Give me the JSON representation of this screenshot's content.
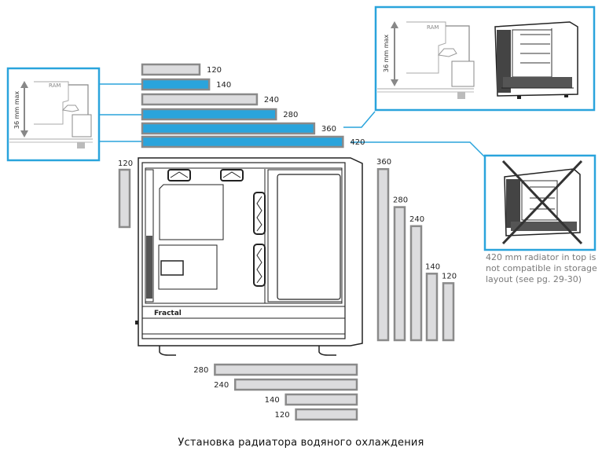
{
  "colors": {
    "accent": "#2aa4dc",
    "bar_grey_fill": "#dcdcde",
    "bar_border": "#8a8a8a",
    "line": "#222222"
  },
  "top_bars": [
    {
      "size": "120",
      "value": 120,
      "compatible_highlight": false
    },
    {
      "size": "140",
      "value": 140,
      "compatible_highlight": true
    },
    {
      "size": "240",
      "value": 240,
      "compatible_highlight": false
    },
    {
      "size": "280",
      "value": 280,
      "compatible_highlight": true
    },
    {
      "size": "360",
      "value": 360,
      "compatible_highlight": true
    },
    {
      "size": "420",
      "value": 420,
      "compatible_highlight": true
    }
  ],
  "rear_bar": {
    "size": "120",
    "value": 120
  },
  "front_bars": [
    {
      "size": "360",
      "value": 360
    },
    {
      "size": "280",
      "value": 280
    },
    {
      "size": "240",
      "value": 240
    },
    {
      "size": "140",
      "value": 140
    },
    {
      "size": "120",
      "value": 120
    }
  ],
  "bottom_bars": [
    {
      "size": "280",
      "value": 280
    },
    {
      "size": "240",
      "value": 240
    },
    {
      "size": "140",
      "value": 140
    },
    {
      "size": "120",
      "value": 120
    }
  ],
  "ram_callout_left": {
    "ram_label": "RAM",
    "clearance_label": "36 mm max"
  },
  "ram_callout_right": {
    "ram_label": "RAM",
    "clearance_label": "36 mm max"
  },
  "case_brand": "Fractal",
  "incompatible_note": "420 mm radiator in top is not compatible in storage layout (see pg. 29-30)",
  "caption": "Установка радиатора водяного охлаждения"
}
